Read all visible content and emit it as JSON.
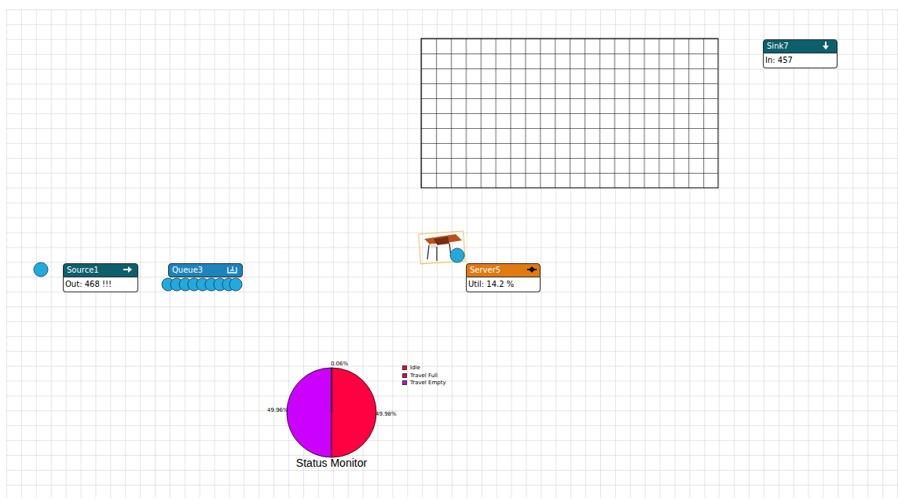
{
  "diagram": {
    "nodes": [
      {
        "text": [
          "Source1",
          "Out: 468 !!!"
        ]
      },
      {
        "text": [
          "Queue3"
        ]
      },
      {
        "text": [
          "Server5",
          "Util: 14.2 %"
        ]
      },
      {
        "text": [
          "Sink7",
          "In: 457"
        ]
      }
    ],
    "labels": [
      "0.06%",
      "49.96%",
      "49.98%",
      "Status Monitor"
    ],
    "legend": [
      {
        "text": "Idle",
        "color": "#ff0040"
      },
      {
        "text": "Travel Full",
        "color": "#e8003a"
      },
      {
        "text": "Travel Empty",
        "color": "#cc00ff"
      }
    ]
  }
}
